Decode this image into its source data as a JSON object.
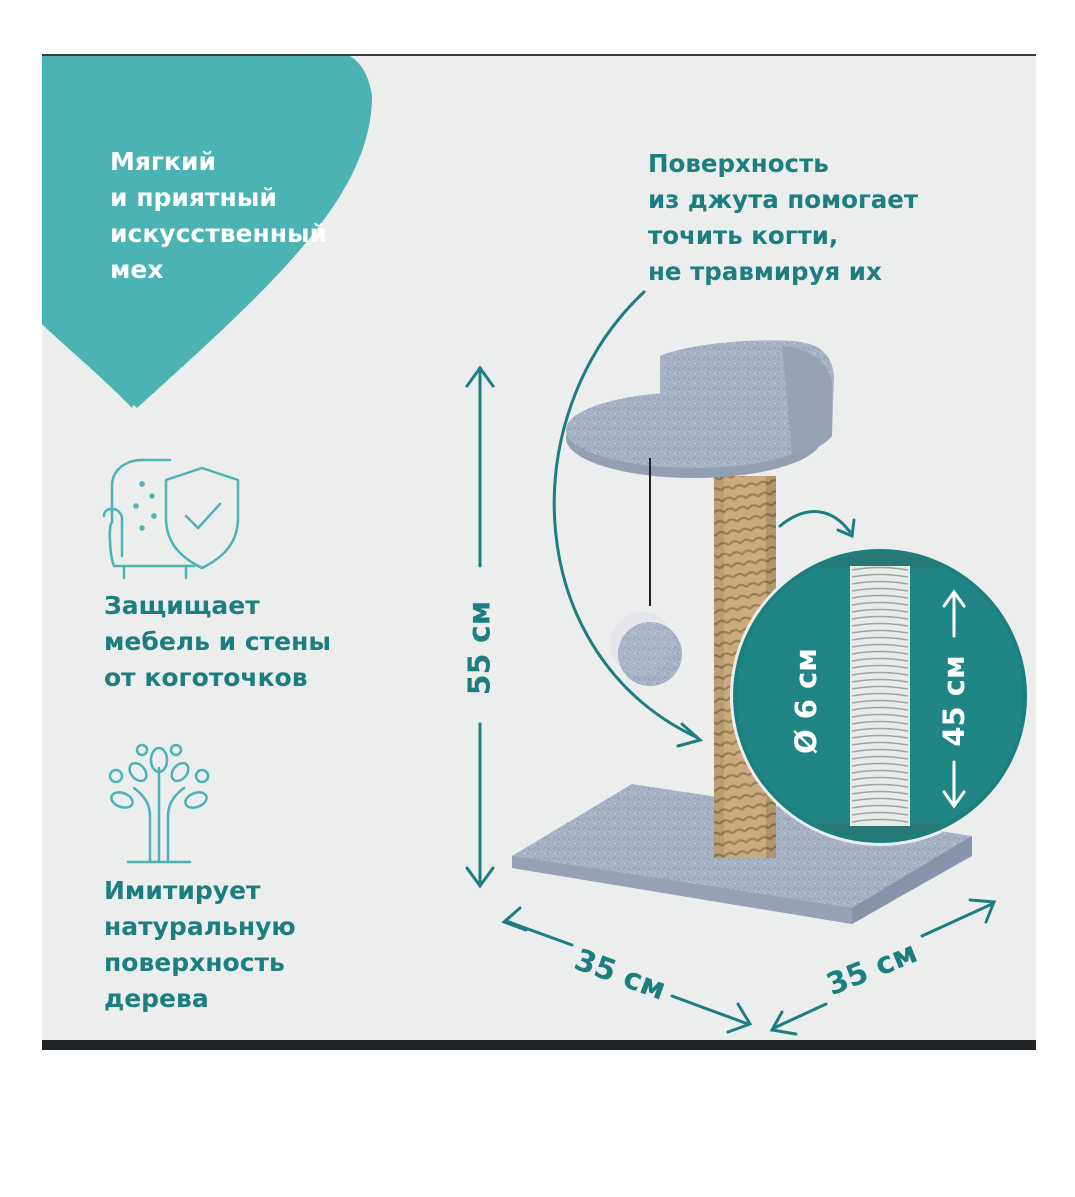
{
  "features": {
    "soft_fur": {
      "lines": [
        "Мягкий",
        "и приятный",
        "искусственный",
        "мех"
      ]
    },
    "jute": {
      "lines": [
        "Поверхность",
        "из джута помогает",
        "точить когти,",
        "не травмируя их"
      ]
    },
    "protect": {
      "lines": [
        "Защищает",
        "мебель и стены",
        "от коготочков"
      ],
      "icon": "sofa-shield-check-icon"
    },
    "natural": {
      "lines": [
        "Имитирует",
        "натуральную",
        "поверхность",
        "дерева"
      ],
      "icon": "tree-icon"
    }
  },
  "dimensions": {
    "height": "55 см",
    "width": "35 см",
    "depth": "35 см",
    "post_diameter": "Ø 6 см",
    "post_length": "45 см"
  },
  "colors": {
    "accent": "#1d7e80",
    "heart": "#4bb3b3",
    "background": "#eceded",
    "fur": "#a9b3c6",
    "jute": "#c8aa7c"
  }
}
